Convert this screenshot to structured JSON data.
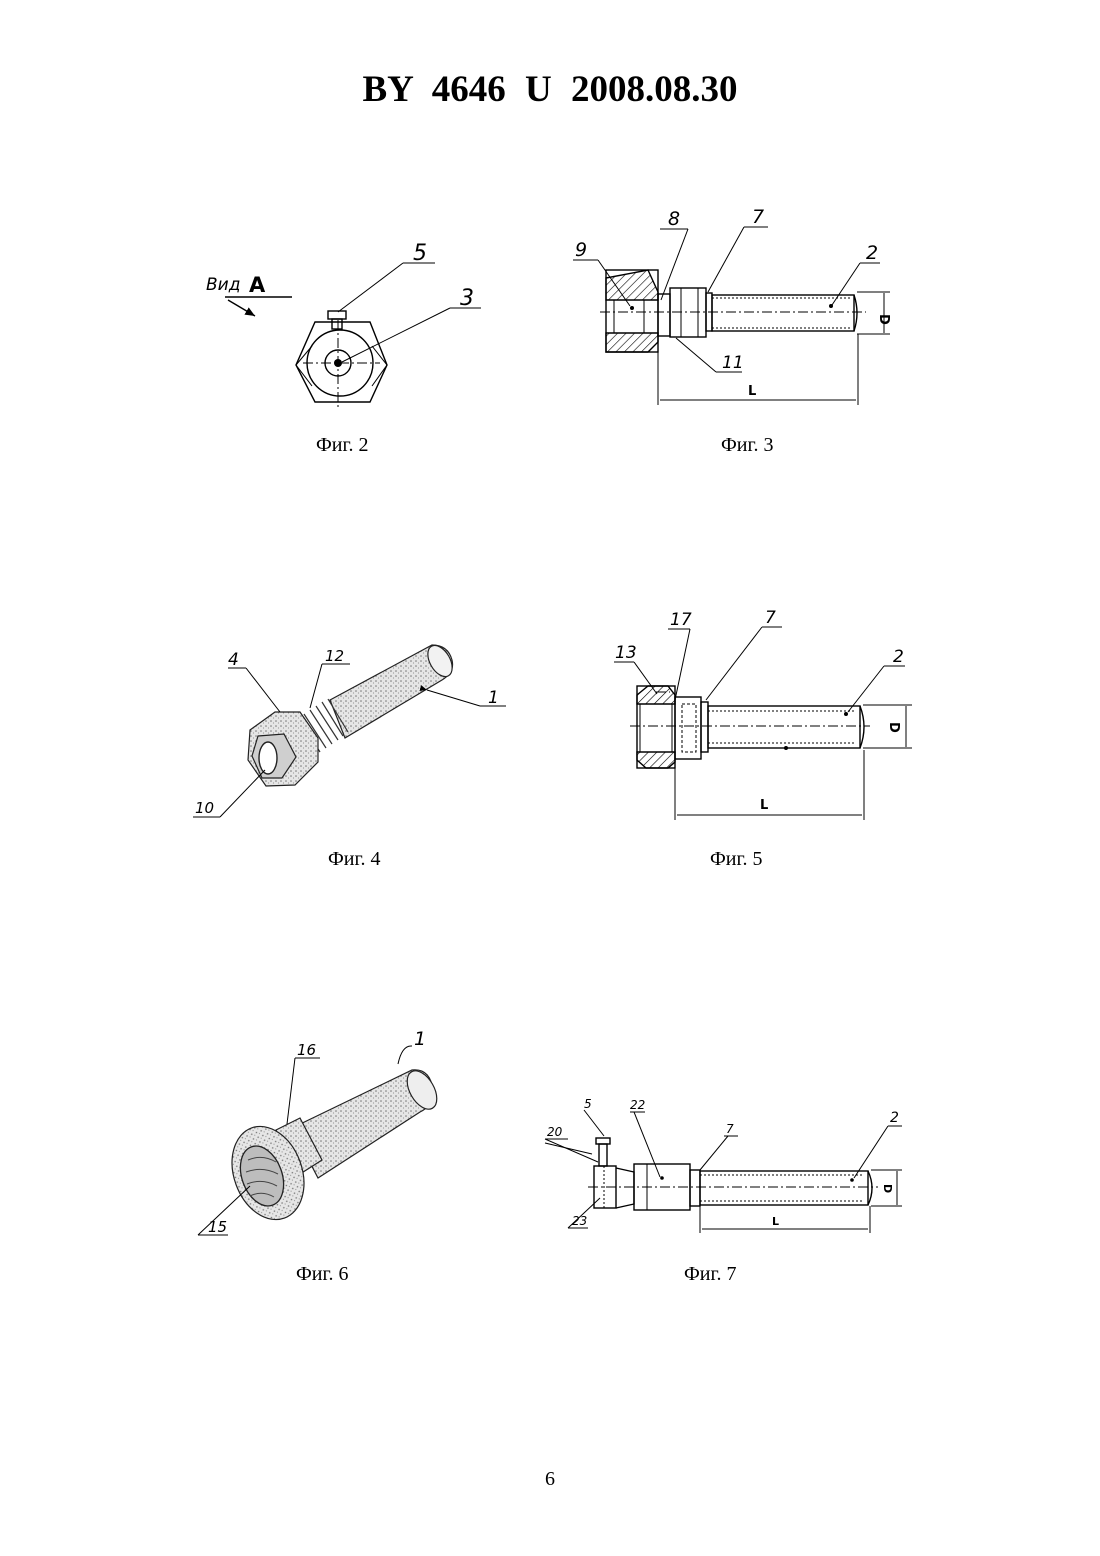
{
  "header": {
    "title": "BY  4646  U  2008.08.30"
  },
  "figures": {
    "fig2": {
      "caption": "Фиг. 2",
      "view_label": "Вид",
      "view_letter": "А",
      "labels": [
        "5",
        "3"
      ]
    },
    "fig3": {
      "caption": "Фиг. 3",
      "labels": [
        "8",
        "7",
        "9",
        "2",
        "11"
      ],
      "dim_d": "D",
      "dim_l": "L"
    },
    "fig4": {
      "caption": "Фиг. 4",
      "labels": [
        "4",
        "12",
        "1",
        "10"
      ]
    },
    "fig5": {
      "caption": "Фиг. 5",
      "labels": [
        "17",
        "7",
        "13",
        "2"
      ],
      "dim_d": "D",
      "dim_l": "L"
    },
    "fig6": {
      "caption": "Фиг. 6",
      "labels": [
        "16",
        "1",
        "15"
      ]
    },
    "fig7": {
      "caption": "Фиг. 7",
      "labels": [
        "5",
        "22",
        "20",
        "7",
        "2",
        "23"
      ],
      "dim_d": "D",
      "dim_l": "L"
    }
  },
  "page": {
    "number": "6"
  }
}
